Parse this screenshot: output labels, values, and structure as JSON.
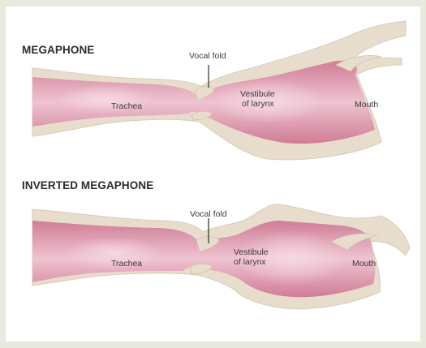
{
  "diagrams": [
    {
      "title": "MEGAPHONE",
      "labels": {
        "vocal_fold": "Vocal fold",
        "trachea": "Trachea",
        "vestibule_line1": "Vestibule",
        "vestibule_line2": "of larynx",
        "mouth": "Mouth"
      }
    },
    {
      "title": "INVERTED MEGAPHONE",
      "labels": {
        "vocal_fold": "Vocal fold",
        "trachea": "Trachea",
        "vestibule_line1": "Vestibule",
        "vestibule_line2": "of larynx",
        "mouth": "Mouth"
      }
    }
  ],
  "colors": {
    "frame": "#eae9dd",
    "tissue": "#e7dccb",
    "airway": "#d9889e",
    "airway_light": "#f0c9d5"
  }
}
